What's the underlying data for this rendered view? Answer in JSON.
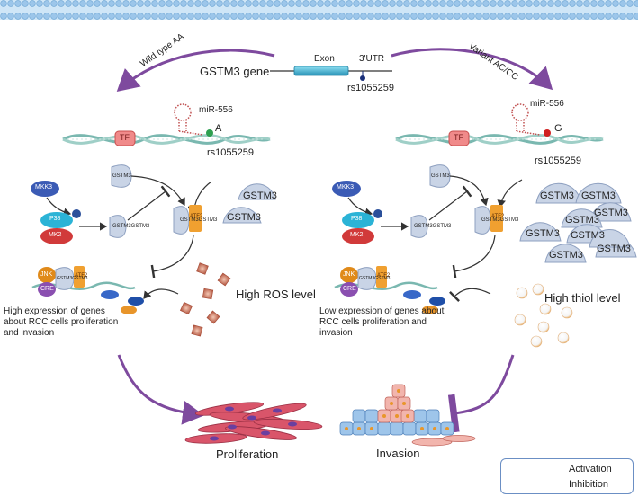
{
  "gene": {
    "title": "GSTM3 gene",
    "exon": "Exon",
    "utr": "3'UTR",
    "snp": "rs1055259"
  },
  "left": {
    "arrow_label": "Wild type AA",
    "mirna": "miR-556",
    "allele": "A",
    "snp": "rs1055259",
    "tf": "TF",
    "ros": "High ROS level",
    "expression": "High expression of genes about RCC cells proliferation and invasion",
    "outcome": "Proliferation"
  },
  "right": {
    "arrow_label": "Variant AC/CC",
    "mirna": "miR-556",
    "allele": "G",
    "snp": "rs1055259",
    "tf": "TF",
    "thiol": "High thiol level",
    "expression": "Low expression of genes about RCC cells proliferation and invasion",
    "outcome": "Invasion"
  },
  "proteins": {
    "mkk3": "MKK3",
    "p38": "P38",
    "mk2": "MK2",
    "gstm3": "GSTM3",
    "gstm3_dimer": "GSTM3GSTM3",
    "atf2": "ATF2",
    "jnk": "JNK",
    "cre": "CRE"
  },
  "legend": {
    "activation": "Activation",
    "inhibition": "Inhibition"
  },
  "colors": {
    "membrane": "#9cc6ea",
    "arrow_purple": "#7e4a9e",
    "gstm3_fill": "#c9d4e6",
    "atf2": "#f0a030",
    "mkk3": "#3b5bb5",
    "p38": "#2bb3d6",
    "mk2": "#d13a3a",
    "jnk": "#e08a1a",
    "cre": "#8a4fb0",
    "ros": "#c9705a",
    "exon": "#3fb7d6",
    "allele_a": "#2ea050",
    "allele_g": "#d02020"
  }
}
